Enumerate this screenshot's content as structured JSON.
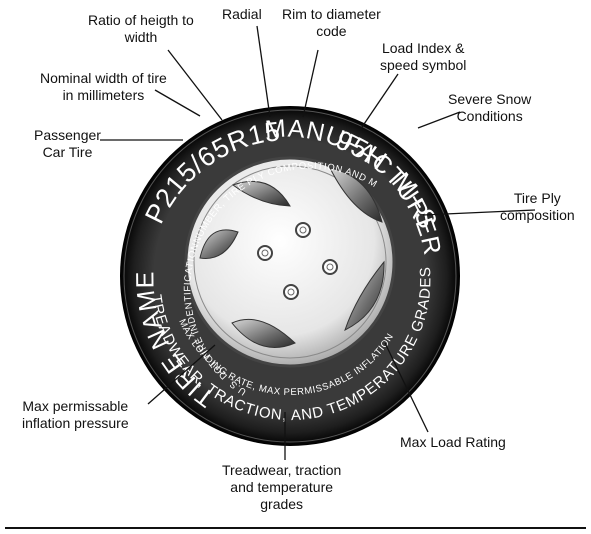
{
  "tire_text": {
    "size_code": "P215/65R15",
    "load_speed": "95H",
    "snow": "M+S",
    "name": "TIRE NAME",
    "manufacturer": "MANUFACTURER",
    "dot_line": "U.S. DOT TIRE INDENTIFICATIONNUMBER, TIRE PLY COMPOSITION AND MATERIALS USED",
    "load_line": "MAX LOADING RATE, MAX PERMISSABLE INFLATION",
    "utqg_line": "TREADWEAR, TRACTION, AND TEMPERATURE GRADES"
  },
  "labels": {
    "ratio": [
      "Ratio of heigth to",
      "width"
    ],
    "radial": [
      "Radial"
    ],
    "rim": [
      "Rim to diameter",
      "code"
    ],
    "load_index": [
      "Load Index &",
      "speed symbol"
    ],
    "nominal_width": [
      "Nominal width of tire",
      "in millimeters"
    ],
    "severe_snow": [
      "Severe Snow",
      "Conditions"
    ],
    "passenger": [
      "Passenger",
      "Car Tire"
    ],
    "tire_ply": [
      "Tire Ply",
      "composition"
    ],
    "max_inflation": [
      "Max permissable",
      "inflation pressure"
    ],
    "max_load": [
      "Max Load Rating"
    ],
    "treadwear": [
      "Treadwear, traction",
      "and temperature",
      "grades"
    ]
  }
}
